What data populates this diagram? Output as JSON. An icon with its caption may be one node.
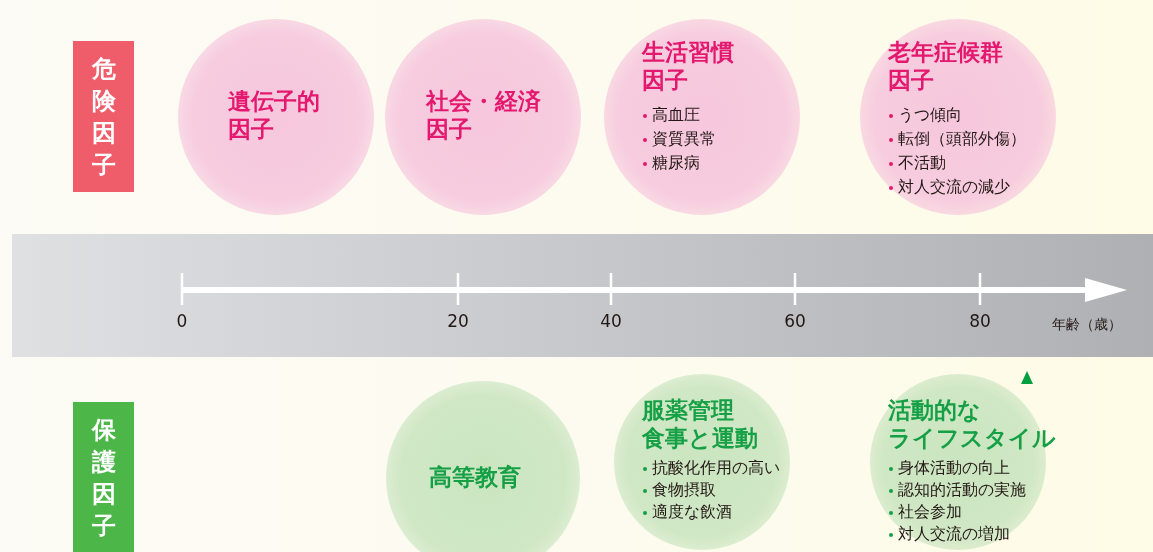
{
  "diagram": {
    "nodes": [
      {
        "text": [
          "危険因子"
        ]
      },
      {
        "text": [
          "遺伝子的因子"
        ]
      },
      {
        "text": [
          "社会・経済因子"
        ]
      },
      {
        "text": [
          "生活習慣因子",
          "高血圧",
          "資質異常",
          "糖尿病"
        ]
      },
      {
        "text": [
          "老年症候群因子",
          "うつ傾向",
          "転倒（頭部外傷）",
          "不活動",
          "対人交流の減少"
        ]
      },
      {
        "text": [
          "保護因子"
        ]
      },
      {
        "text": [
          "高等教育"
        ]
      },
      {
        "text": [
          "服薬管理",
          "食事と運動",
          "抗酸化作用の高い",
          "食物摂取",
          "適度な飲酒"
        ]
      },
      {
        "text": [
          "活動的な",
          "ライフスタイル",
          "身体活動の向上",
          "認知的活動の実施",
          "社会参加",
          "対人交流の増加"
        ]
      }
    ],
    "labels": [
      "0",
      "20",
      "40",
      "60",
      "80",
      "年齢（歳）"
    ]
  }
}
